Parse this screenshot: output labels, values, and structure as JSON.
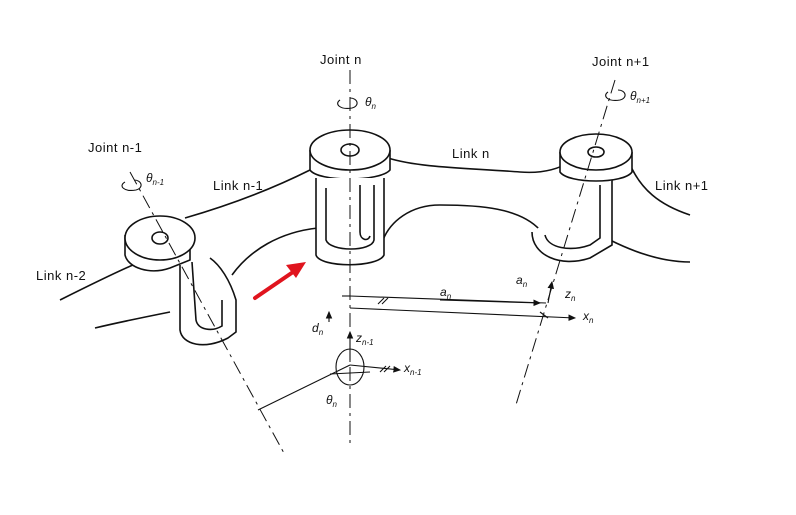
{
  "labels": {
    "joint_n": "Joint n",
    "joint_n_plus_1": "Joint n+1",
    "joint_n_minus_1": "Joint n-1",
    "link_n": "Link n",
    "link_n_minus_1": "Link n-1",
    "link_n_plus_1": "Link n+1",
    "link_n_minus_2": "Link n-2"
  },
  "symbols": {
    "theta_n": "θ",
    "theta_n_sub": "n",
    "theta_n_plus_1": "θ",
    "theta_n_plus_1_sub": "n+1",
    "theta_n_minus_1": "θ",
    "theta_n_minus_1_sub": "n-1",
    "a_n": "a",
    "a_n_sub": "n",
    "a_n_small": "a",
    "a_n_small_sub": "n",
    "d_n": "d",
    "d_n_sub": "n",
    "z_n": "z",
    "z_n_sub": "n",
    "x_n": "x",
    "x_n_sub": "n",
    "z_n_minus_1": "z",
    "z_n_minus_1_sub": "n-1",
    "x_n_minus_1": "x",
    "x_n_minus_1_sub": "n-1",
    "theta_n_bottom": "θ",
    "theta_n_bottom_sub": "n"
  },
  "colors": {
    "ink": "#111111",
    "arrow": "#e0141e",
    "background": "#ffffff"
  }
}
